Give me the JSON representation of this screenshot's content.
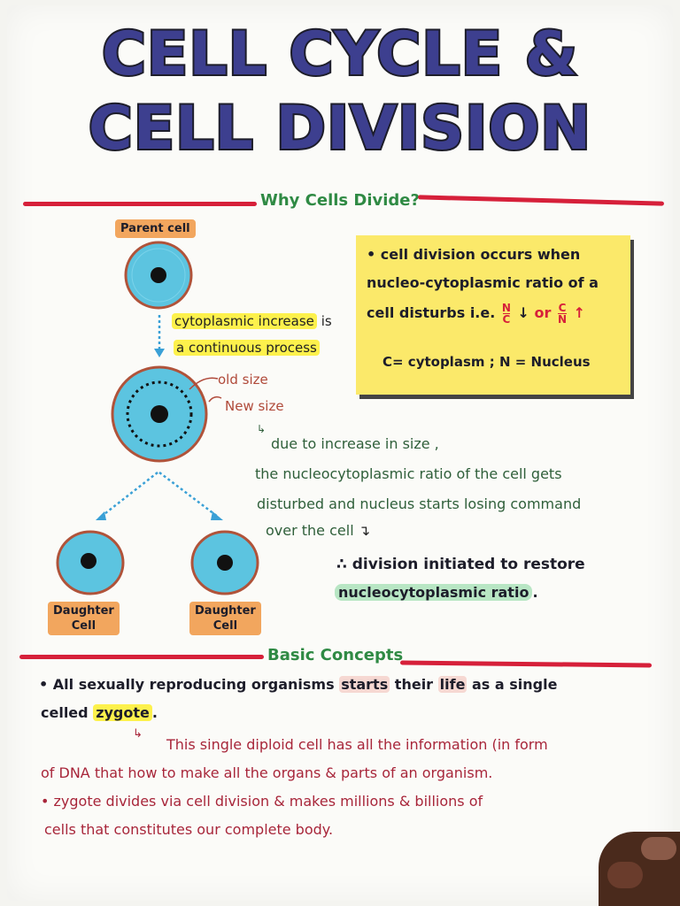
{
  "title": {
    "line1": "CELL CYCLE &",
    "line2": "CELL DIVISION"
  },
  "sections": {
    "why": "Why Cells Divide?",
    "basic": "Basic Concepts"
  },
  "diagram": {
    "parent_label": "Parent cell",
    "arrow_text_1": "cytoplasmic increase",
    "arrow_text_is": "is",
    "arrow_text_2": "a continuous process",
    "old_size": "old size",
    "new_size": "New size",
    "daughter_label_1": "Daughter",
    "daughter_label_2": "Cell",
    "cell_color": "#5cc4e0",
    "nucleus_color": "#111111"
  },
  "note": {
    "line1": "• cell division occurs when",
    "line2": "nucleo-cytoplasmic ratio of a",
    "line3_prefix": "cell disturbs i.e.",
    "frac1_num": "N",
    "frac1_den": "C",
    "arrow_down": "↓",
    "or": "or",
    "frac2_num": "C",
    "frac2_den": "N",
    "arrow_up": "↑",
    "line4": "C= cytoplasm ; N = Nucleus"
  },
  "explanation": {
    "l1": "due to increase in size ,",
    "l2": "the nucleocytoplasmic ratio of the cell gets",
    "l3": "disturbed and nucleus starts losing command",
    "l4": "over the cell",
    "conclusion_1": "∴ division initiated to restore",
    "conclusion_2": "nucleocytoplasmic ratio",
    "period": "."
  },
  "basic": {
    "b1_a": "• All sexually reproducing organisms",
    "b1_starts": "starts",
    "b1_their": "their",
    "b1_life": "life",
    "b1_b": "as a single",
    "b2_a": "celled",
    "b2_zygote": "zygote",
    "b2_dot": ".",
    "b3": "This single diploid cell has all the information (in form",
    "b4": "of DNA that how to make all the organs & parts of an organism.",
    "b5": "• zygote divides via cell division & makes millions & billions of",
    "b6": "cells that constitutes our complete body."
  }
}
